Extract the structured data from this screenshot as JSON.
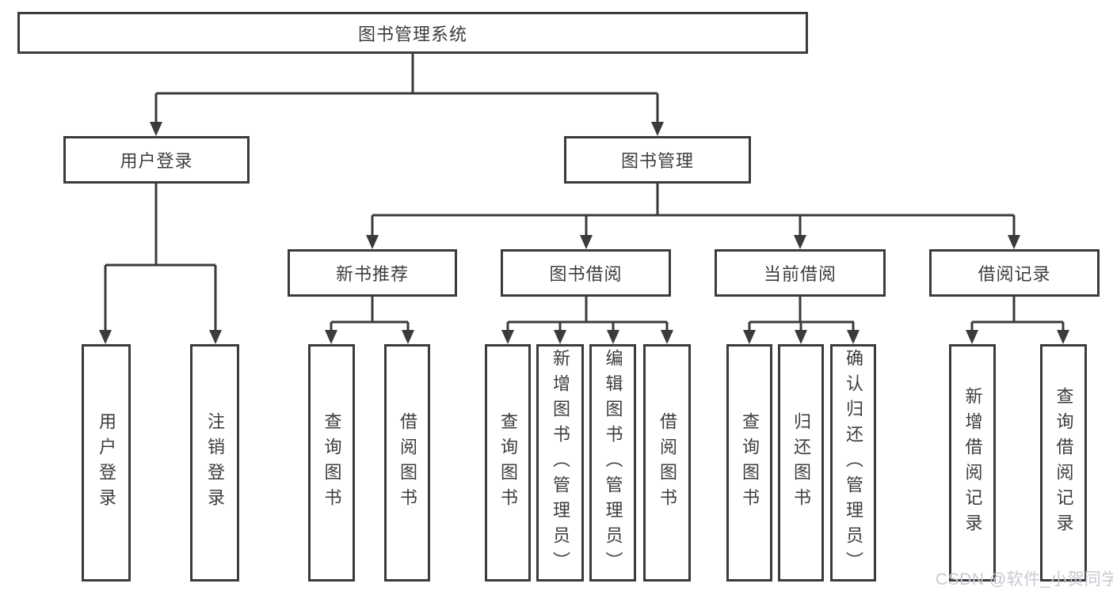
{
  "diagram": {
    "title": "图书管理系统",
    "nodes": {
      "root": {
        "label": "图书管理系统"
      },
      "user_login": {
        "label": "用户登录"
      },
      "book_mgmt": {
        "label": "图书管理"
      },
      "new_book_rec": {
        "label": "新书推荐"
      },
      "book_borrow": {
        "label": "图书借阅"
      },
      "current_borrow": {
        "label": "当前借阅"
      },
      "borrow_record": {
        "label": "借阅记录"
      },
      "leaf_user_login": {
        "label": "用户登录"
      },
      "leaf_logout": {
        "label": "注销登录"
      },
      "leaf_rec_query": {
        "label": "查询图书"
      },
      "leaf_rec_borrow": {
        "label": "借阅图书"
      },
      "leaf_bb_query": {
        "label": "查询图书"
      },
      "leaf_bb_add": {
        "label": "新增图书（管理员）"
      },
      "leaf_bb_edit": {
        "label": "编辑图书（管理员）"
      },
      "leaf_bb_borrow": {
        "label": "借阅图书"
      },
      "leaf_cb_query": {
        "label": "查询图书"
      },
      "leaf_cb_return": {
        "label": "归还图书"
      },
      "leaf_cb_confirm": {
        "label": "确认归还（管理员）"
      },
      "leaf_br_add": {
        "label": "新增借阅记录"
      },
      "leaf_br_query": {
        "label": "查询借阅记录"
      }
    },
    "line_color": "#3b3b3b"
  },
  "watermark": {
    "text": "CSDN @软件_小贺同学",
    "color": "#c9c9d2"
  }
}
